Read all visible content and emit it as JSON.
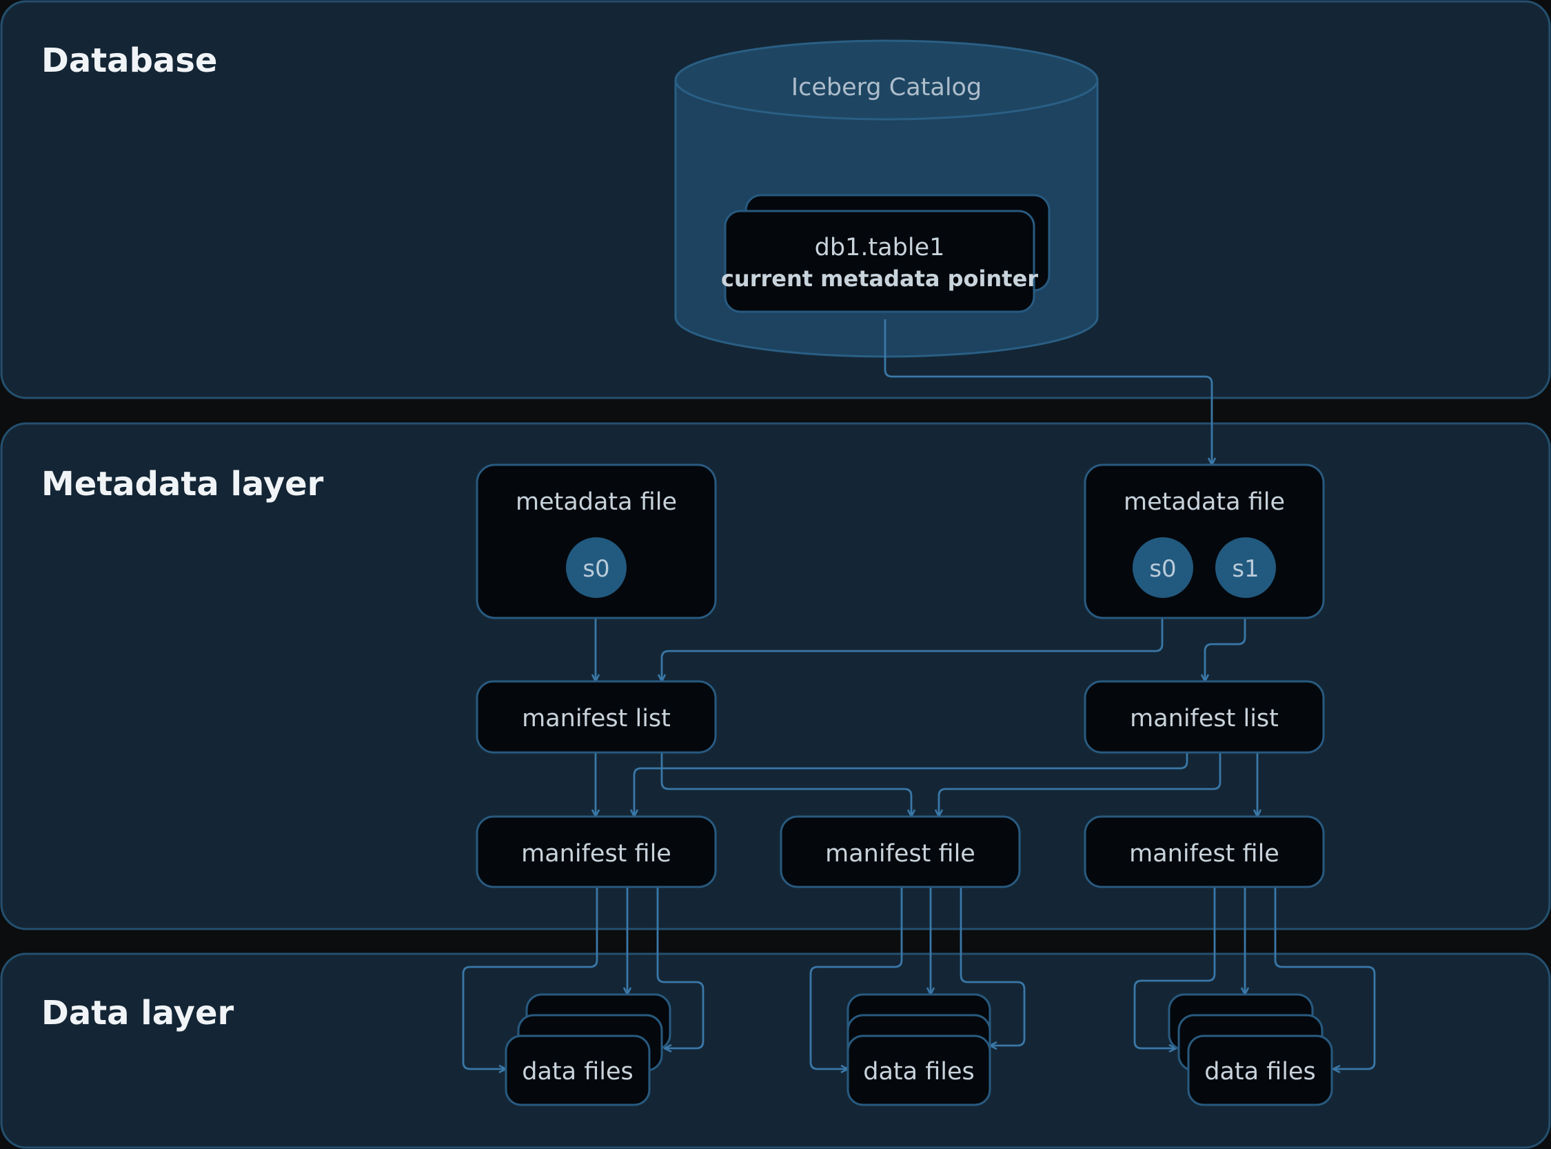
{
  "layers": {
    "database": "Database",
    "metadata": "Metadata layer",
    "data": "Data layer"
  },
  "catalog": {
    "title": "Iceberg Catalog",
    "table_name": "db1.table1",
    "pointer_label": "current metadata pointer"
  },
  "metadata_files": [
    {
      "label": "metadata file",
      "snapshots": [
        "s0"
      ]
    },
    {
      "label": "metadata file",
      "snapshots": [
        "s0",
        "s1"
      ]
    }
  ],
  "manifest_lists": [
    "manifest list",
    "manifest list"
  ],
  "manifest_files": [
    "manifest file",
    "manifest file",
    "manifest file"
  ],
  "data_files": [
    "data files",
    "data files",
    "data files"
  ],
  "colors": {
    "background": "#0c0d0f",
    "panel": "#142635",
    "panel_border": "#24506f",
    "node": "#04080c",
    "connector": "#3a78a8",
    "snapshot": "#22597f",
    "catalog": "#1d4360"
  }
}
